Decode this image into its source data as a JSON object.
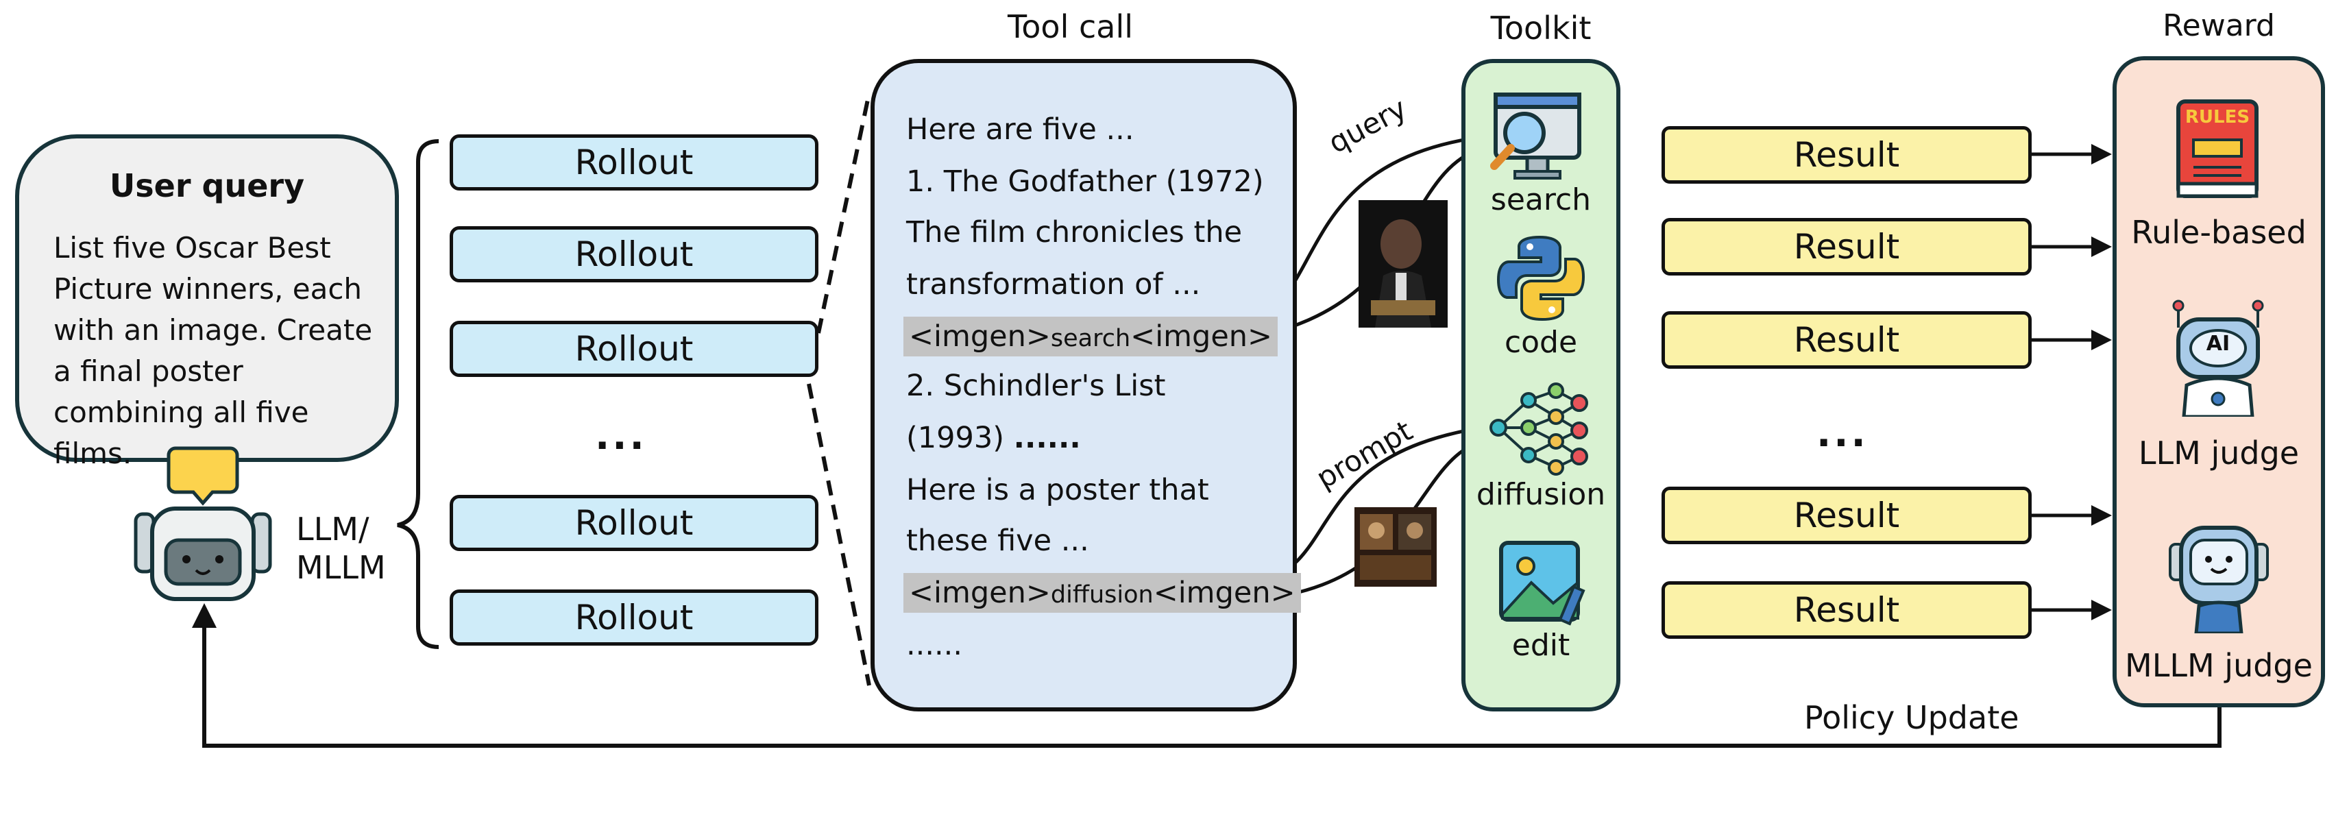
{
  "headings": {
    "tool_call": "Tool call",
    "toolkit": "Toolkit",
    "reward": "Reward"
  },
  "user_query": {
    "title": "User query",
    "text": "List five Oscar Best Picture winners, each with an image. Create a final poster combining all five films."
  },
  "agent_label": {
    "line1": "LLM/",
    "line2": "MLLM"
  },
  "rollouts": [
    "Rollout",
    "Rollout",
    "Rollout",
    "Rollout",
    "Rollout"
  ],
  "ellipsis": "...",
  "tool_call_lines": {
    "l1": "Here are five ...",
    "l2": "1. The Godfather (1972)",
    "l3": "The film chronicles the",
    "l4": "transformation of ...",
    "l6": "2. Schindler's List",
    "l7a": "(1993) ",
    "l7b": "......",
    "l8": "Here is a poster that",
    "l9": "these five ...",
    "l11": "......"
  },
  "tags": {
    "open": "<imgen>",
    "search": "search",
    "diffusion": "diffusion",
    "close": "<imgen>"
  },
  "arrow_labels": {
    "query": "query",
    "prompt": "prompt"
  },
  "tools": [
    "search",
    "code",
    "diffusion",
    "edit"
  ],
  "results": [
    "Result",
    "Result",
    "Result",
    "Result",
    "Result"
  ],
  "rewards": [
    "Rule-based",
    "LLM judge",
    "MLLM judge"
  ],
  "rules_icon_text": "RULES",
  "ai_badge": "AI",
  "policy_update": "Policy Update",
  "colors": {
    "rollout_fill": "#cfecf9",
    "result_fill": "#fbf2a8",
    "toolcall_fill": "#dce8f6",
    "toolkit_fill": "#d9f2d2",
    "reward_fill": "#fbe1d4",
    "query_fill": "#f0f0f0"
  }
}
